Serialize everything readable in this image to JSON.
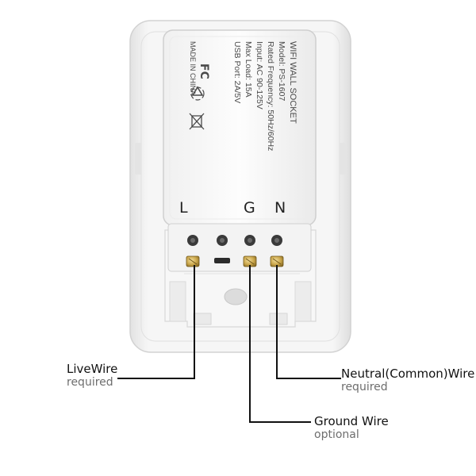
{
  "device_label": {
    "lines": [
      "WIFI WALL SOCKET",
      "Model: PS-1607",
      "Rated Frequency: 50Hz/60Hz",
      "Input: AC 90-125V",
      "Max Load: 15A",
      "USB Port: 2A/5V"
    ],
    "made_in": "MADE IN CHINA",
    "certifications": [
      "fcc-mark-icon",
      "recycle-icon",
      "weee-bin-icon"
    ]
  },
  "terminals": {
    "live": "L",
    "ground": "G",
    "neutral": "N"
  },
  "callouts": {
    "live": {
      "title": "LiveWire",
      "note": "required"
    },
    "neutral": {
      "title": "Neutral(Common)Wire",
      "note": "required"
    },
    "ground": {
      "title": "Ground Wire",
      "note": "optional"
    }
  },
  "colors": {
    "plate": "#f4f4f4",
    "module": "#fafafa",
    "wire": "#111111",
    "screw": "#c9a54a"
  }
}
